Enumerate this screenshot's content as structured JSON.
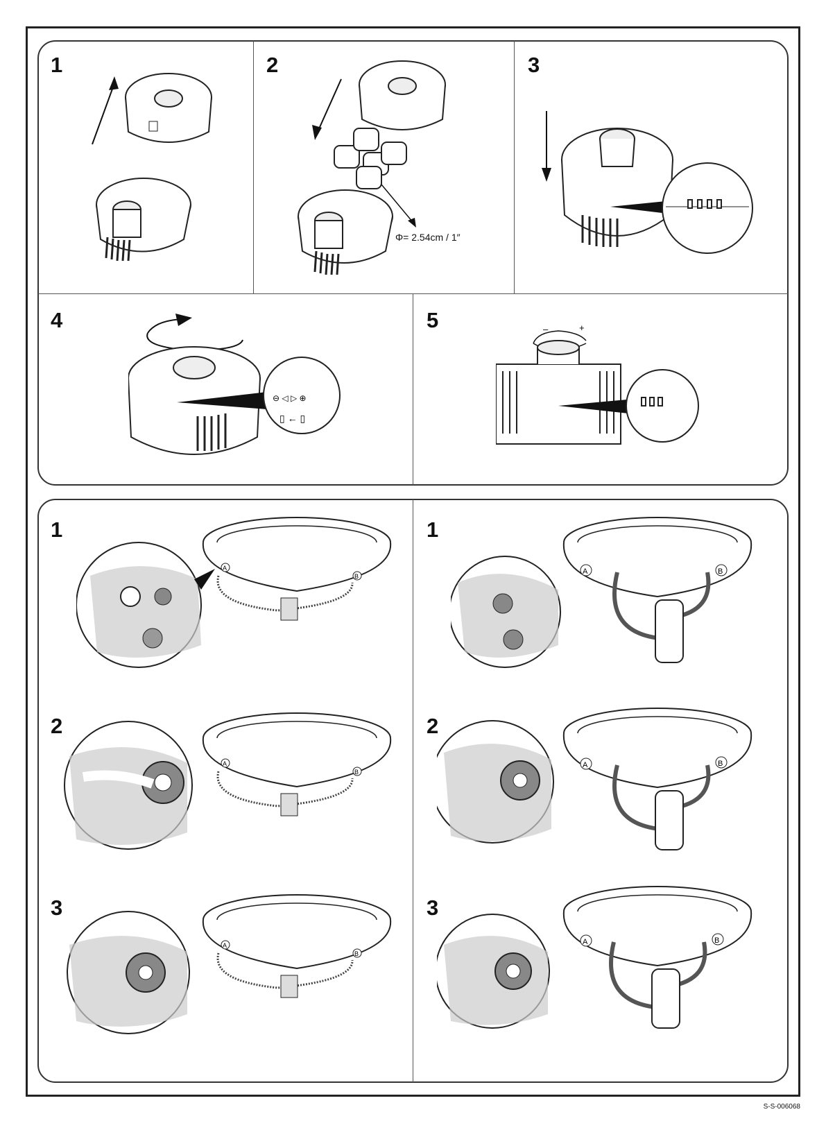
{
  "top_section": {
    "steps": [
      "1",
      "2",
      "3",
      "4",
      "5"
    ],
    "connector_diameter": "Φ= 2.54cm / 1″",
    "inset_labels": {
      "minus": "–",
      "plus": "+"
    }
  },
  "bottom_section": {
    "left_steps": [
      "1",
      "2",
      "3"
    ],
    "right_steps": [
      "1",
      "2",
      "3"
    ],
    "pool_port_a": "A",
    "pool_port_b": "B"
  },
  "document_code": "S-S-006068"
}
